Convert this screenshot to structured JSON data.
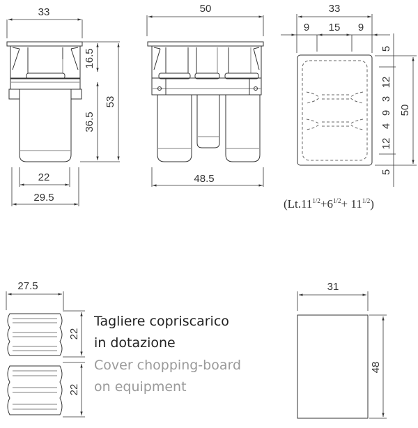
{
  "side_view": {
    "width_top": "33",
    "upper_height": "16.5",
    "lower_height": "36.5",
    "total_height": "53",
    "base_inner": "22",
    "base_outer": "29.5"
  },
  "front_view": {
    "width_top": "50",
    "width_bottom": "48.5"
  },
  "top_view": {
    "width": "33",
    "seg_left": "9",
    "seg_mid": "15",
    "seg_right": "9",
    "depth": "50",
    "right_segments": [
      "5",
      "12",
      "3",
      "9",
      "4",
      "12",
      "5"
    ],
    "caption": {
      "prefix": "(Lt.11",
      "f1": "1/2",
      "mid": "+6",
      "f2": "1/2",
      "plus": "+ 11",
      "f3": "1/2",
      "suffix": ")"
    }
  },
  "boards": {
    "width": "27.5",
    "height_a": "22",
    "height_b": "22",
    "text_it_1": "Tagliere copriscarico",
    "text_it_2": "in dotazione",
    "text_en_1": "Cover chopping-board",
    "text_en_2": "on equipment"
  },
  "board_plan": {
    "width": "31",
    "height": "48"
  },
  "colors": {
    "italian_text": "#222222",
    "english_text": "#9a9a9a"
  }
}
